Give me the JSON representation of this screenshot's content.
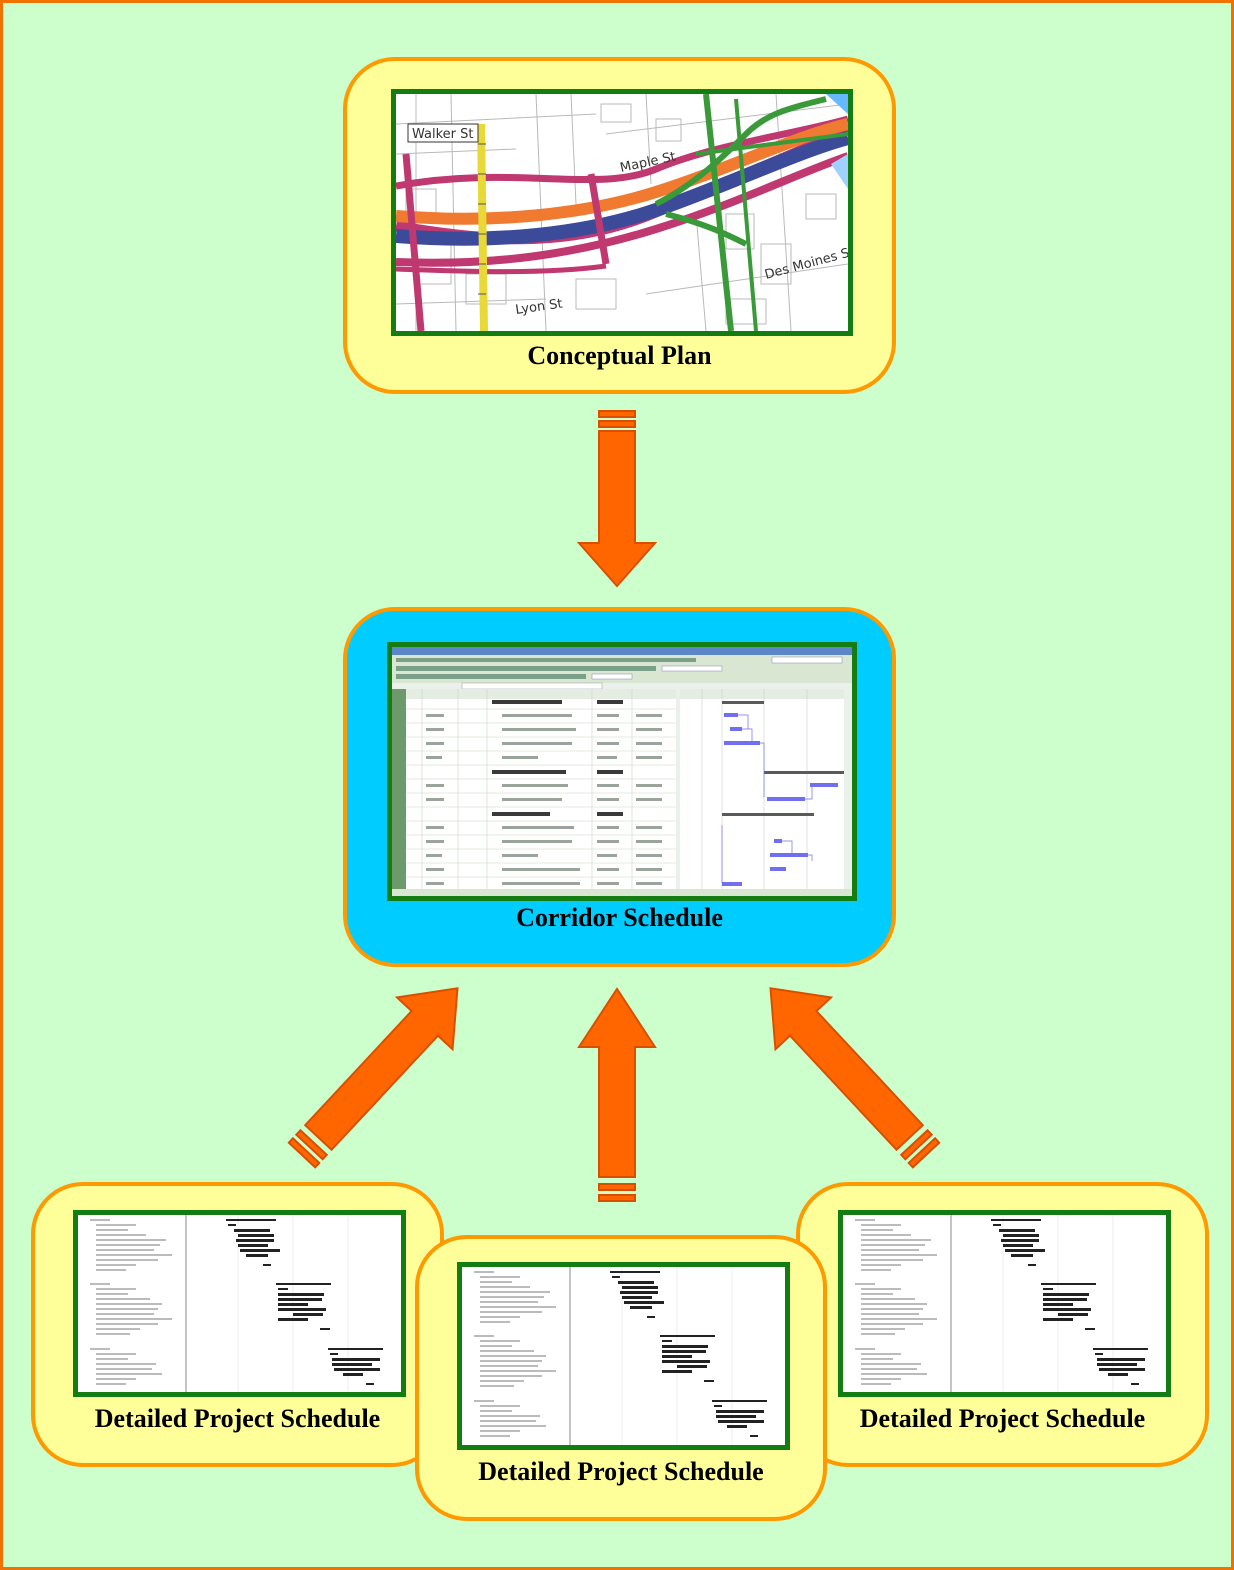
{
  "diagram": {
    "nodes": {
      "conceptual_plan": {
        "label": "Conceptual Plan"
      },
      "corridor_schedule": {
        "label": "Corridor Schedule"
      },
      "detailed_left": {
        "label": "Detailed Project Schedule"
      },
      "detailed_center": {
        "label": "Detailed Project Schedule"
      },
      "detailed_right": {
        "label": "Detailed Project Schedule"
      }
    },
    "edges": [
      {
        "from": "conceptual_plan",
        "to": "corridor_schedule"
      },
      {
        "from": "detailed_left",
        "to": "corridor_schedule"
      },
      {
        "from": "detailed_center",
        "to": "corridor_schedule"
      },
      {
        "from": "detailed_right",
        "to": "corridor_schedule"
      }
    ],
    "map_labels": [
      "Walker St",
      "Maple St",
      "Lyon St",
      "Des Moines St"
    ],
    "colors": {
      "background": "#ccffcc",
      "frame": "#f07000",
      "card_fill": "#ffff99",
      "card_border": "#ff9900",
      "corridor_card_fill": "#00ccff",
      "thumbnail_border": "#137d13",
      "arrow": "#ff6600",
      "arrow_outline": "#d94f00"
    }
  }
}
